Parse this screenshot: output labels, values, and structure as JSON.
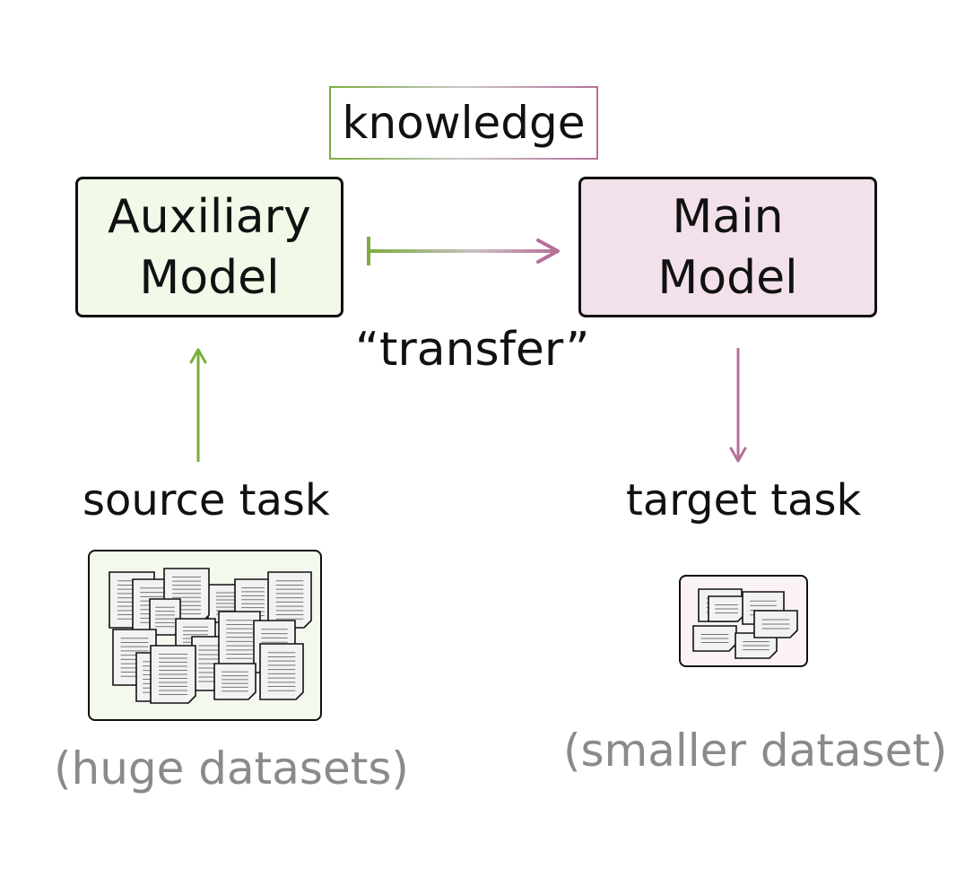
{
  "knowledge_label": "knowledge",
  "transfer_label": "“transfer”",
  "auxiliary_model_label": "Auxiliary\nModel",
  "main_model_label": "Main\nModel",
  "source_task_label": "source task",
  "target_task_label": "target task",
  "source_dataset_caption": "(huge datasets)",
  "target_dataset_caption": "(smaller dataset)",
  "colors": {
    "source_green": "#7aad3c",
    "target_pink": "#b76f98",
    "auxiliary_fill": "#f1f9e8",
    "main_fill": "#f2e1eb",
    "caption_gray": "#8a8a8a"
  }
}
